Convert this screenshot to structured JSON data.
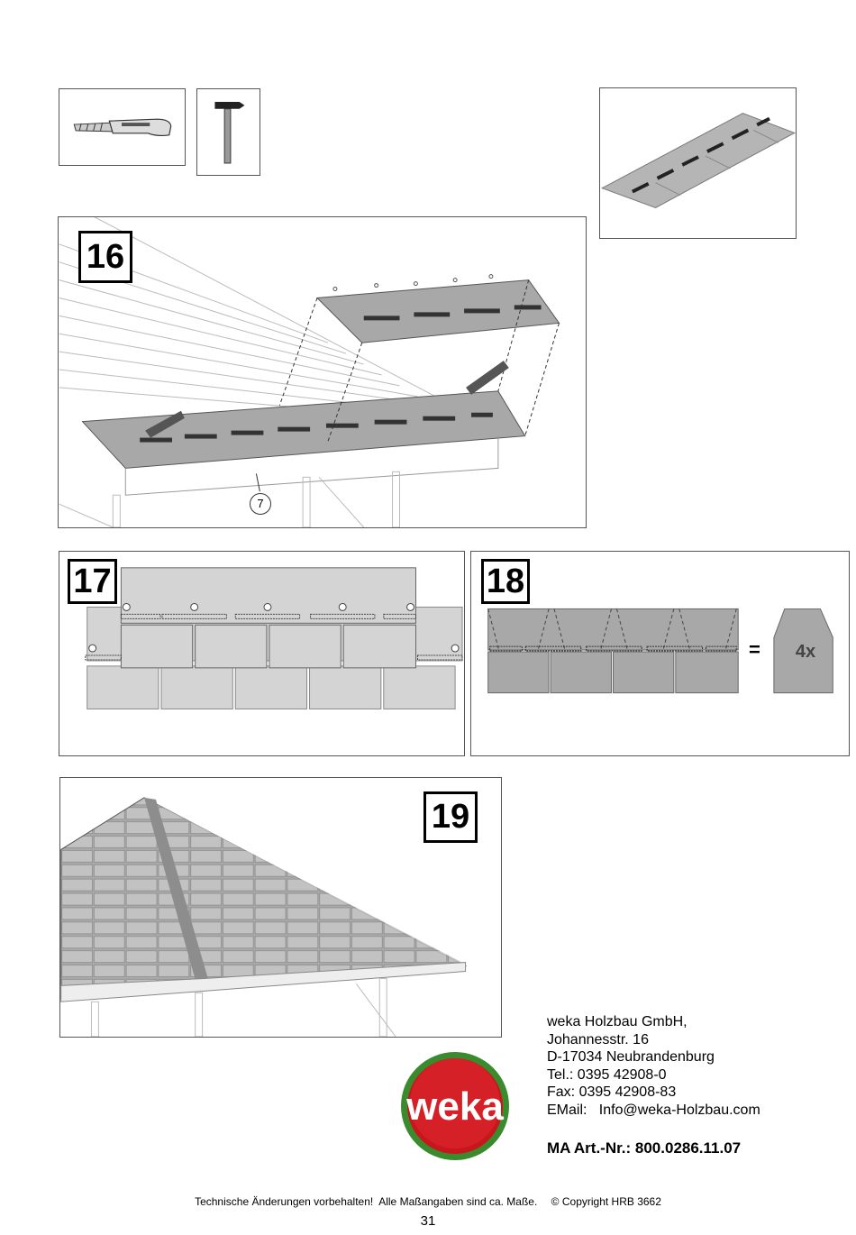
{
  "steps": {
    "s16": "16",
    "s17": "17",
    "s18": "18",
    "s19": "19"
  },
  "callout_part": "7",
  "step18": {
    "equals": "=",
    "multiplier": "4x"
  },
  "logo_text": "weka",
  "address": {
    "company": "weka Holzbau GmbH,",
    "street": "Johannesstr. 16",
    "city": "D-17034 Neubrandenburg",
    "tel": "Tel.: 0395 42908-0",
    "fax": "Fax: 0395 42908-83",
    "email": "EMail:   Info@weka-Holzbau.com"
  },
  "article_number": "MA Art.-Nr.: 800.0286.11.07",
  "footer": {
    "disclaimer": "Technische Änderungen vorbehalten!  Alle Maßangaben sind ca. Maße.",
    "copyright": "© Copyright HRB 3662"
  },
  "page_number": "31",
  "colors": {
    "shingle": "#a8a8a8",
    "shingle_dark": "#3a3a3a",
    "logo_red": "#c8161d",
    "logo_green": "#3a8a2e"
  },
  "icons": [
    "utility-knife-icon",
    "hammer-icon"
  ]
}
